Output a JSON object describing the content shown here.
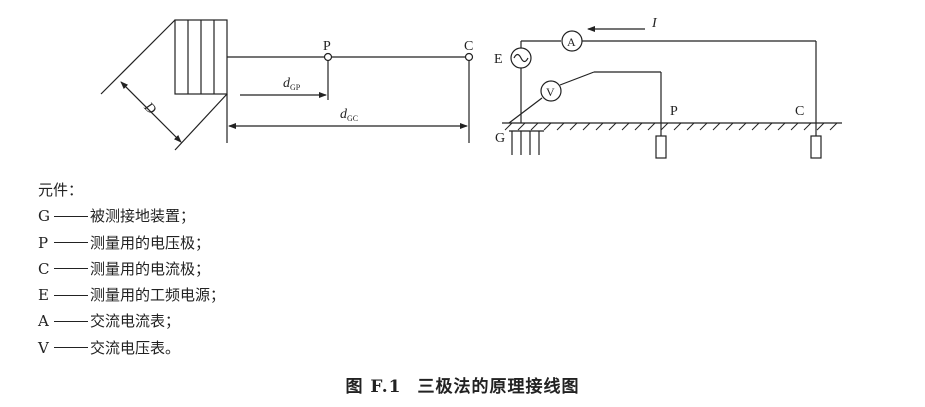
{
  "diagram": {
    "left": {
      "label_P": "P",
      "label_C": "C",
      "dim_D": "D",
      "dim_dGP": {
        "main": "d",
        "sub": "GP"
      },
      "dim_dGC": {
        "main": "d",
        "sub": "GC"
      }
    },
    "right": {
      "label_E": "E",
      "label_G": "G",
      "label_P": "P",
      "label_C": "C",
      "label_I": "I",
      "ammeter": "A",
      "voltmeter": "V"
    }
  },
  "legend": {
    "title": "元件：",
    "items": [
      {
        "key": "G",
        "text": "被测接地装置；"
      },
      {
        "key": "P",
        "text": "测量用的电压极；"
      },
      {
        "key": "C",
        "text": "测量用的电流极；"
      },
      {
        "key": "E",
        "text": "测量用的工频电源；"
      },
      {
        "key": "A",
        "text": "交流电流表；"
      },
      {
        "key": "V",
        "text": "交流电压表。"
      }
    ]
  },
  "caption": {
    "number": "图 F.1",
    "title": "三极法的原理接线图"
  }
}
